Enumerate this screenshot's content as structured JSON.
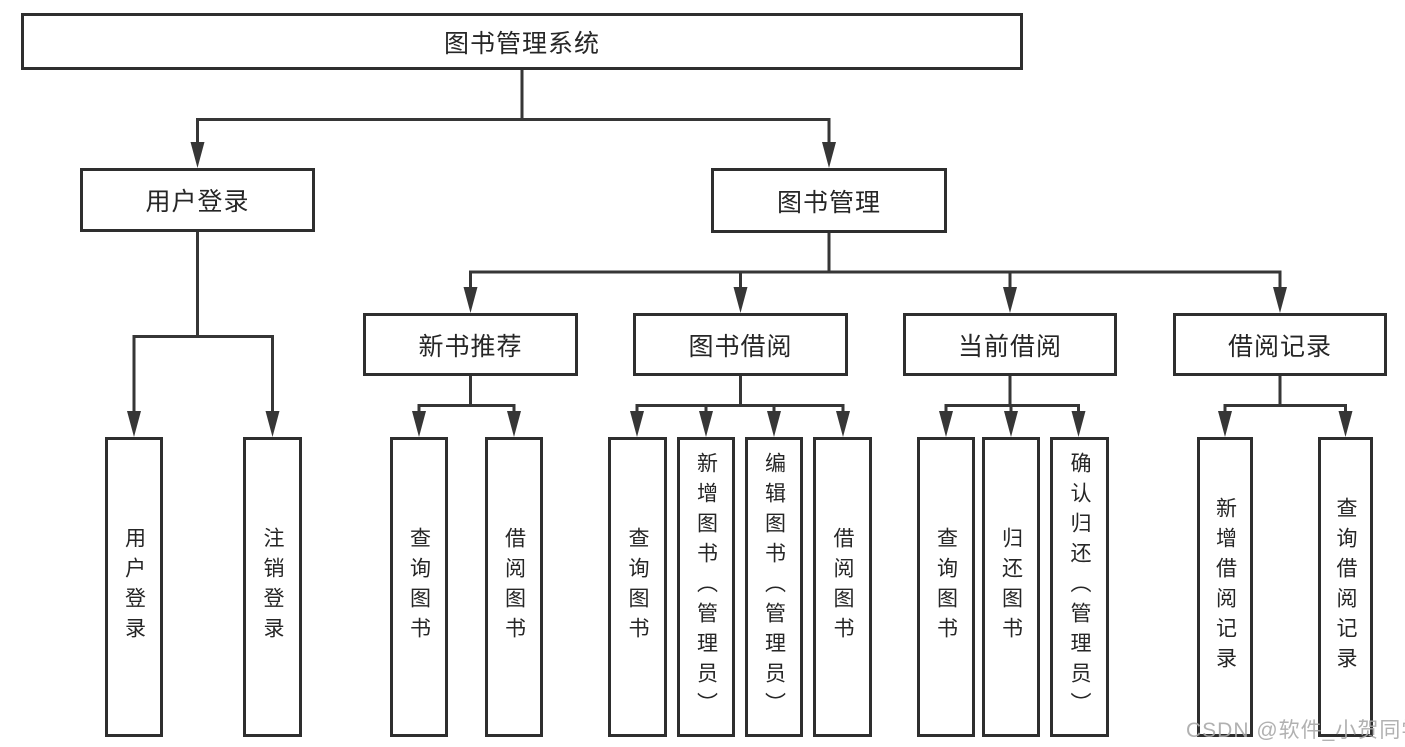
{
  "diagram": {
    "root": {
      "label": "图书管理系统"
    },
    "branches": {
      "user_login": {
        "label": "用户登录",
        "children": [
          {
            "label": "用户登录"
          },
          {
            "label": "注销登录"
          }
        ]
      },
      "book_mgmt": {
        "label": "图书管理",
        "children": [
          {
            "label": "新书推荐",
            "children": [
              {
                "label": "查询图书"
              },
              {
                "label": "借阅图书"
              }
            ]
          },
          {
            "label": "图书借阅",
            "children": [
              {
                "label": "查询图书"
              },
              {
                "label": "新增图书（管理员）"
              },
              {
                "label": "编辑图书（管理员）"
              },
              {
                "label": "借阅图书"
              }
            ]
          },
          {
            "label": "当前借阅",
            "children": [
              {
                "label": "查询图书"
              },
              {
                "label": "归还图书"
              },
              {
                "label": "确认归还（管理员）"
              }
            ]
          },
          {
            "label": "借阅记录",
            "children": [
              {
                "label": "新增借阅记录"
              },
              {
                "label": "查询借阅记录"
              }
            ]
          }
        ]
      }
    },
    "colors": {
      "line": "#363636",
      "border": "#2e2e2e",
      "text": "#262626",
      "watermark": "#a8a8a8"
    }
  },
  "watermark": {
    "text": "CSDN @软件_小贺同学"
  }
}
